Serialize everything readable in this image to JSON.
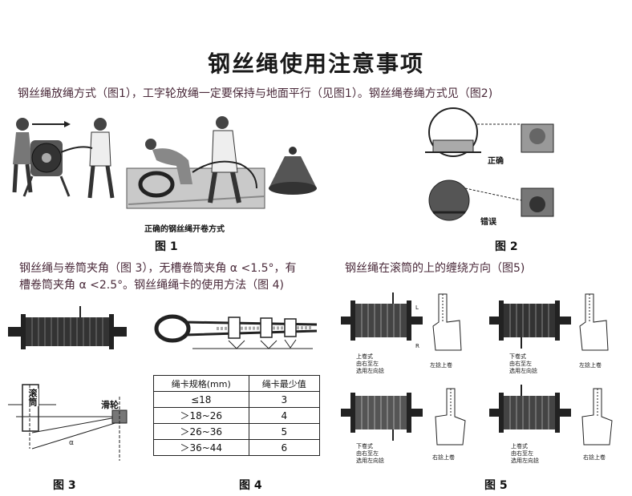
{
  "title": "钢丝绳使用注意事项",
  "intro": "钢丝绳放绳方式（图1），工字轮放绳一定要保持与地面平行（见图1）。钢丝绳卷绳方式见（图2)",
  "fig1": {
    "caption_inside": "正确的钢丝绳开卷方式",
    "label": "图 1"
  },
  "fig2": {
    "correct": "正确",
    "wrong": "错误",
    "label": "图 2"
  },
  "section3": {
    "line1": "钢丝绳与卷筒夹角（图 3），无槽卷筒夹角 α <1.5°，有",
    "line2": "槽卷筒夹角 α <2.5°。钢丝绳绳卡的使用方法（图  4)"
  },
  "section5": {
    "heading": "钢丝绳在滚筒的上的缠绕方向（图5)"
  },
  "fig3": {
    "drum": "滚筒",
    "pulley": "滑轮",
    "alpha": "α",
    "label": "图 3"
  },
  "fig4": {
    "label": "图 4",
    "table": {
      "headers": [
        "绳卡规格(mm)",
        "绳卡最少值"
      ],
      "rows": [
        [
          "≤18",
          "3"
        ],
        [
          "＞18~26",
          "4"
        ],
        [
          "＞26~36",
          "5"
        ],
        [
          "＞36~44",
          "6"
        ]
      ]
    }
  },
  "fig5": {
    "label": "图 5",
    "marks": {
      "left": "L",
      "right": "R"
    },
    "panels": [
      {
        "desc": [
          "上卷式",
          "由右至左",
          "选用左向捻"
        ],
        "hand": "左捻上卷"
      },
      {
        "desc": [
          "下卷式",
          "由右至左",
          "选用左向捻"
        ],
        "hand": "左捻上卷"
      },
      {
        "desc": [
          "下卷式",
          "由右至左",
          "选用左向捻"
        ],
        "hand": "右捻上卷"
      },
      {
        "desc": [
          "上卷式",
          "由右至左",
          "选用左向捻"
        ],
        "hand": "右捻上卷"
      }
    ]
  }
}
